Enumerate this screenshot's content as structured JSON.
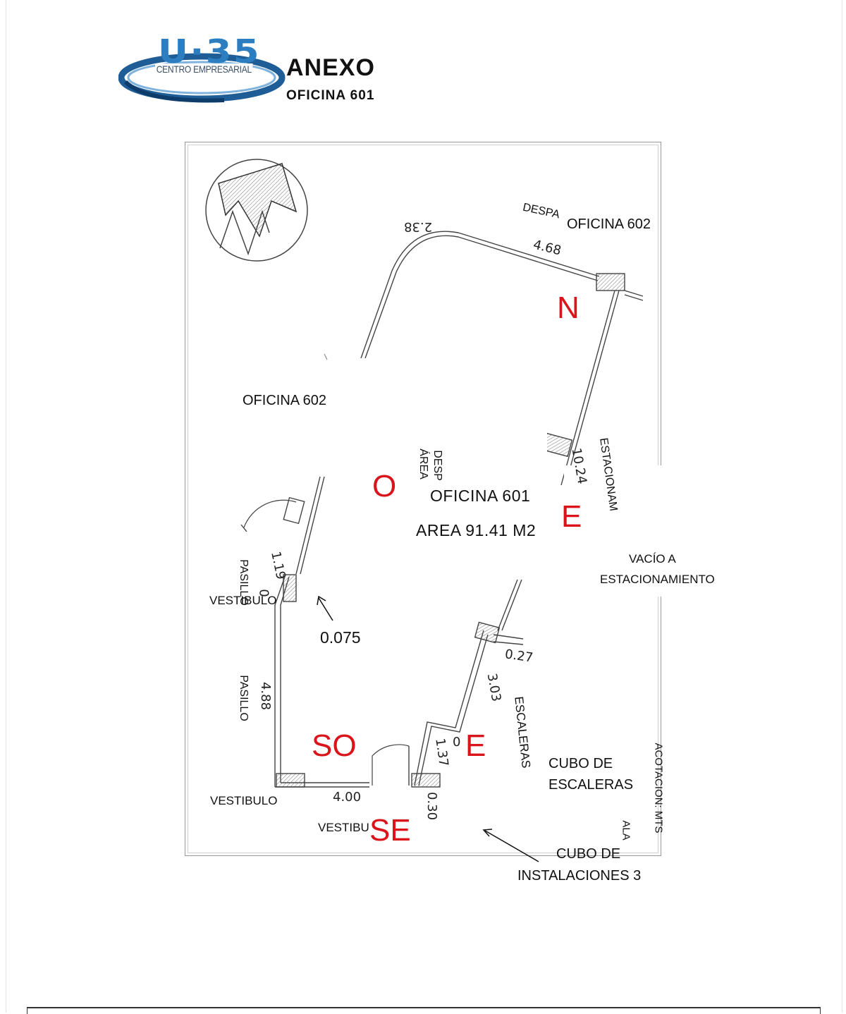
{
  "header": {
    "logo_mark": "U·35",
    "logo_tagline": "CENTRO EMPRESARIAL",
    "title": "ANEXO",
    "subtitle": "OFICINA 601"
  },
  "plan": {
    "office": {
      "name": "OFICINA 601",
      "area": "AREA 91.41 M2"
    },
    "neighbors": {
      "north": "OFICINA 602",
      "west": "OFICINA 602",
      "east_void_line1": "VACÍO A",
      "east_void_line2": "ESTACIONAMIENTO",
      "stairs_line1": "CUBO DE",
      "stairs_line2": "ESCALERAS",
      "installations_line1": "CUBO DE",
      "installations_line2": "INSTALACIONES 3"
    },
    "cardinals": {
      "north": "N",
      "west": "O",
      "east_upper": "E",
      "east_lower": "E",
      "southwest": "SO",
      "southeast": "SE"
    },
    "dimensions": {
      "top_curve": "2.38",
      "top_edge": "4.68",
      "east_edge": "10.24",
      "inner_west": "1.19",
      "wall_thickness": "0.075",
      "west_edge": "4.88",
      "south_edge": "4.00",
      "stair_step": "0.27",
      "stair_edge": "3.03",
      "stair_lower": "1.37",
      "small_zero": "0",
      "small_zero_2": "0",
      "bottom_small": "0.30"
    },
    "background_labels": {
      "desp_top": "DESPA",
      "desp_mid": "DESP",
      "area_mid": "ÁREA",
      "estacionamiento_rot": "ESTACIONAM",
      "pasillo_upper": "PASILLO",
      "pasillo_lower": "PASILLO",
      "vestibulo_upper": "VESTIBULO",
      "vestibulo_lower": "VESTIBULO",
      "vestibu": "VESTIBU",
      "escaleras_rot": "ESCALERAS",
      "acotacion": "ACOTACION: MTS",
      "ala": "ALA"
    }
  }
}
